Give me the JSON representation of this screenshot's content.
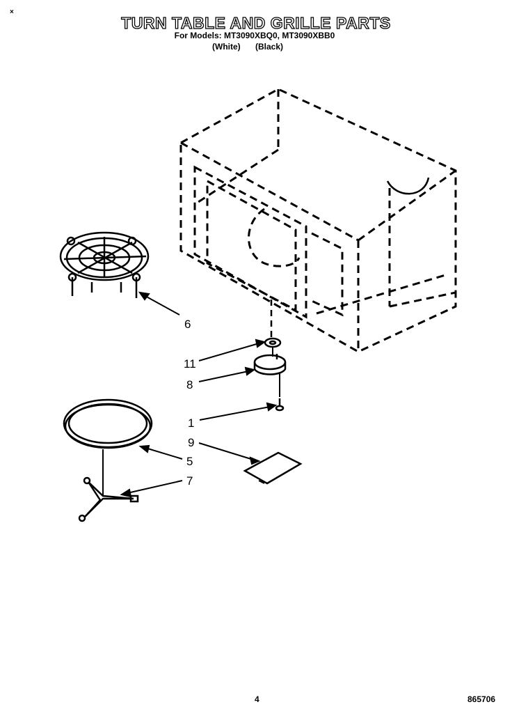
{
  "header": {
    "corner_mark": "×",
    "title": "TURN TABLE AND GRILLE PARTS",
    "models_line": "For Models: MT3090XBQ0, MT3090XBB0",
    "colors_line": "(White) (Black)"
  },
  "callouts": [
    "6",
    "11",
    "8",
    "1",
    "9",
    "5",
    "7"
  ],
  "footer": {
    "page_number": "4",
    "document_code": "865706"
  }
}
